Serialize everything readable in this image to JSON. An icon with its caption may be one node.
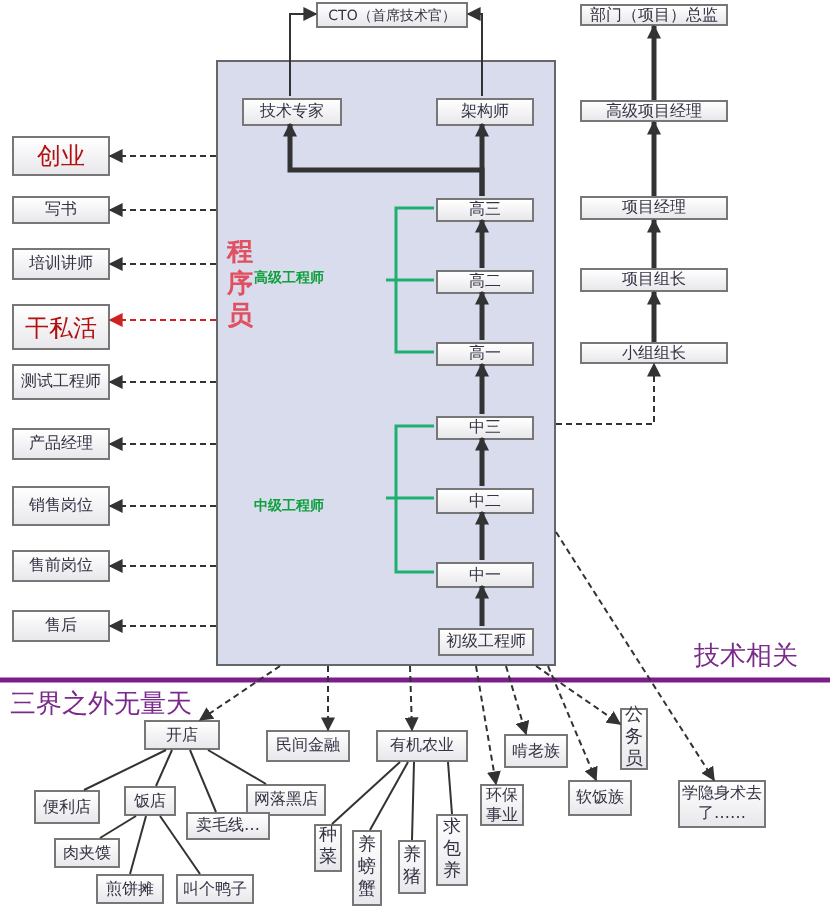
{
  "diagram": {
    "nodes": [
      {
        "text": [
          "CTO（首席技术官）"
        ]
      },
      {
        "text": [
          "部门（项目）总监"
        ]
      },
      {
        "text": [
          "程序员"
        ]
      },
      {
        "text": [
          "技术专家"
        ],
        "in": 2
      },
      {
        "text": [
          "架构师"
        ],
        "in": 2
      },
      {
        "text": [
          "高三"
        ],
        "in": 2
      },
      {
        "text": [
          "高二"
        ],
        "in": 2
      },
      {
        "text": [
          "高一"
        ],
        "in": 2
      },
      {
        "text": [
          "中三"
        ],
        "in": 2
      },
      {
        "text": [
          "中二"
        ],
        "in": 2
      },
      {
        "text": [
          "中一"
        ],
        "in": 2
      },
      {
        "text": [
          "初级工程师"
        ],
        "in": 2
      },
      {
        "text": [
          "高级项目经理"
        ]
      },
      {
        "text": [
          "项目经理"
        ]
      },
      {
        "text": [
          "项目组长"
        ]
      },
      {
        "text": [
          "小组组长"
        ]
      },
      {
        "text": [
          "创业"
        ]
      },
      {
        "text": [
          "写书"
        ]
      },
      {
        "text": [
          "培训讲师"
        ]
      },
      {
        "text": [
          "干私活"
        ]
      },
      {
        "text": [
          "测试工程师"
        ]
      },
      {
        "text": [
          "产品经理"
        ]
      },
      {
        "text": [
          "销售岗位"
        ]
      },
      {
        "text": [
          "售前岗位"
        ]
      },
      {
        "text": [
          "售后"
        ]
      },
      {
        "text": [
          "开店"
        ]
      },
      {
        "text": [
          "民间金融"
        ]
      },
      {
        "text": [
          "有机农业"
        ]
      },
      {
        "text": [
          "啃老族"
        ]
      },
      {
        "text": [
          "公务员"
        ]
      },
      {
        "text": [
          "环保事业"
        ]
      },
      {
        "text": [
          "软饭族"
        ]
      },
      {
        "text": [
          "学隐身术去了……"
        ]
      },
      {
        "text": [
          "便利店"
        ]
      },
      {
        "text": [
          "饭店"
        ]
      },
      {
        "text": [
          "网落黑店"
        ]
      },
      {
        "text": [
          "卖毛线…"
        ]
      },
      {
        "text": [
          "肉夹馍"
        ]
      },
      {
        "text": [
          "煎饼摊"
        ]
      },
      {
        "text": [
          "叫个鸭子"
        ]
      },
      {
        "text": [
          "种菜"
        ]
      },
      {
        "text": [
          "养螃蟹"
        ]
      },
      {
        "text": [
          "养猪"
        ]
      },
      {
        "text": [
          "求包养"
        ]
      }
    ],
    "edges": [
      {
        "from": 3,
        "to": 0,
        "arrow": "to"
      },
      {
        "from": 4,
        "to": 0,
        "arrow": "to"
      },
      {
        "from": 5,
        "to": 4,
        "arrow": "to",
        "style": "thick"
      },
      {
        "from": 5,
        "to": 3,
        "arrow": "to",
        "style": "thick"
      },
      {
        "from": 6,
        "to": 5,
        "arrow": "to",
        "style": "thick"
      },
      {
        "from": 7,
        "to": 6,
        "arrow": "to",
        "style": "thick"
      },
      {
        "from": 8,
        "to": 7,
        "arrow": "to",
        "style": "thick"
      },
      {
        "from": 9,
        "to": 8,
        "arrow": "to",
        "style": "thick"
      },
      {
        "from": 10,
        "to": 9,
        "arrow": "to",
        "style": "thick"
      },
      {
        "from": 11,
        "to": 10,
        "arrow": "to",
        "style": "thick"
      },
      {
        "from": 15,
        "to": 14,
        "arrow": "to",
        "style": "thick"
      },
      {
        "from": 14,
        "to": 13,
        "arrow": "to",
        "style": "thick"
      },
      {
        "from": 13,
        "to": 12,
        "arrow": "to",
        "style": "thick"
      },
      {
        "from": 12,
        "to": 1,
        "arrow": "to",
        "style": "thick"
      },
      {
        "from": 2,
        "to": 15,
        "arrow": "to",
        "style": "dashed"
      },
      {
        "from": 2,
        "to": 16,
        "arrow": "to",
        "style": "dashed"
      },
      {
        "from": 2,
        "to": 17,
        "arrow": "to",
        "style": "dashed"
      },
      {
        "from": 2,
        "to": 18,
        "arrow": "to",
        "style": "dashed"
      },
      {
        "from": 2,
        "to": 19,
        "arrow": "to",
        "style": "dashed",
        "color": "#cc2222"
      },
      {
        "from": 2,
        "to": 20,
        "arrow": "to",
        "style": "dashed"
      },
      {
        "from": 2,
        "to": 21,
        "arrow": "to",
        "style": "dashed"
      },
      {
        "from": 2,
        "to": 22,
        "arrow": "to",
        "style": "dashed"
      },
      {
        "from": 2,
        "to": 23,
        "arrow": "to",
        "style": "dashed"
      },
      {
        "from": 2,
        "to": 24,
        "arrow": "to",
        "style": "dashed"
      },
      {
        "from": 2,
        "to": 25,
        "arrow": "to",
        "style": "dashed"
      },
      {
        "from": 2,
        "to": 26,
        "arrow": "to",
        "style": "dashed"
      },
      {
        "from": 2,
        "to": 27,
        "arrow": "to",
        "style": "dashed"
      },
      {
        "from": 2,
        "to": 30,
        "arrow": "to",
        "style": "dashed"
      },
      {
        "from": 2,
        "to": 28,
        "arrow": "to",
        "style": "dashed"
      },
      {
        "from": 2,
        "to": 29,
        "arrow": "to",
        "style": "dashed"
      },
      {
        "from": 2,
        "to": 31,
        "arrow": "to",
        "style": "dashed"
      },
      {
        "from": 2,
        "to": 32,
        "arrow": "to",
        "style": "dashed"
      },
      {
        "from": 25,
        "to": 33,
        "arrow": "none"
      },
      {
        "from": 25,
        "to": 34,
        "arrow": "none"
      },
      {
        "from": 25,
        "to": 36,
        "arrow": "none"
      },
      {
        "from": 25,
        "to": 35,
        "arrow": "none"
      },
      {
        "from": 34,
        "to": 37,
        "arrow": "none"
      },
      {
        "from": 34,
        "to": 38,
        "arrow": "none"
      },
      {
        "from": 34,
        "to": 39,
        "arrow": "none"
      },
      {
        "from": 27,
        "to": 40,
        "arrow": "none"
      },
      {
        "from": 27,
        "to": 41,
        "arrow": "none"
      },
      {
        "from": 27,
        "to": 42,
        "arrow": "none"
      },
      {
        "from": 27,
        "to": 43,
        "arrow": "none"
      }
    ],
    "labels": [
      "高级工程师",
      "中级工程师",
      "技术相关",
      "三界之外无量天"
    ]
  }
}
